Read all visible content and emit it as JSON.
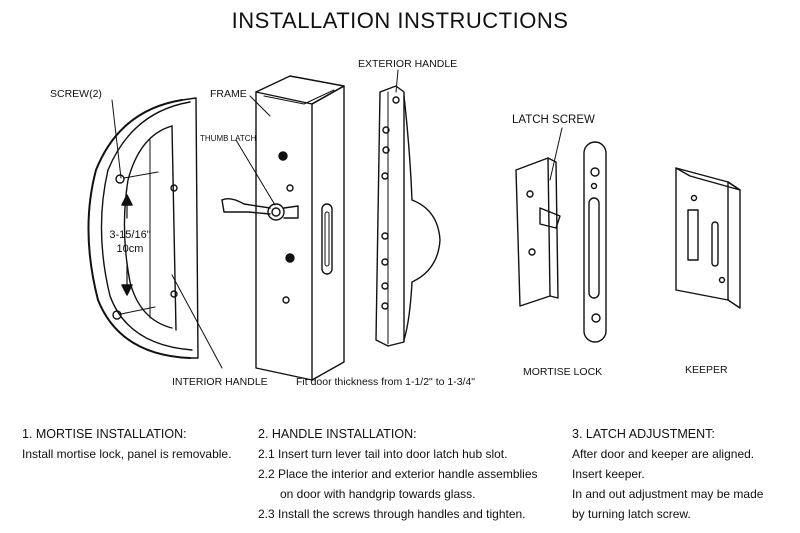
{
  "title": "INSTALLATION INSTRUCTIONS",
  "labels": {
    "screw": "SCREW(2)",
    "frame": "FRAME",
    "thumb_latch": "THUMB LATCH",
    "exterior_handle": "EXTERIOR HANDLE",
    "latch_screw": "LATCH SCREW",
    "interior_handle": "INTERIOR HANDLE",
    "fit_note": "Fit door thickness from 1-1/2\" to 1-3/4\"",
    "mortise_lock": "MORTISE LOCK",
    "keeper": "KEEPER",
    "dimension_in": "3-15/16\"",
    "dimension_cm": "10cm"
  },
  "steps": {
    "mortise": {
      "heading": "1. MORTISE INSTALLATION:",
      "lines": [
        "Install mortise lock, panel is removable."
      ]
    },
    "handle": {
      "heading": "2. HANDLE INSTALLATION:",
      "lines": [
        "2.1 Insert turn lever tail into door latch hub slot.",
        "2.2 Place the interior and exterior handle assemblies",
        "on door with handgrip towards glass.",
        "2.3 Install the screws through handles and tighten."
      ]
    },
    "latch": {
      "heading": "3. LATCH ADJUSTMENT:",
      "lines": [
        "After door and keeper are aligned.",
        "Insert keeper.",
        "In and out adjustment may be made",
        "by turning latch screw."
      ]
    }
  }
}
